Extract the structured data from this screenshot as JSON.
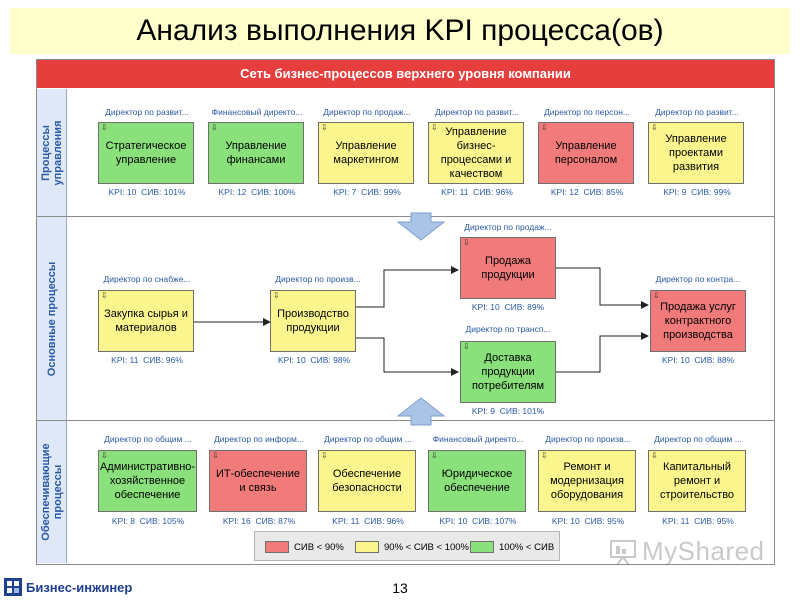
{
  "title": "Анализ выполнения KPI процесса(ов)",
  "header": "Сеть бизнес-процессов верхнего уровня компании",
  "sections": {
    "management": "Процессы управления",
    "core": "Основные процессы",
    "support": "Обеспечивающие процессы"
  },
  "management": [
    {
      "owner": "Директор по развит...",
      "name": "Стратегическое управление",
      "kpi": "KPI: 10",
      "siv": "СИВ: 101%",
      "status": "green"
    },
    {
      "owner": "Финансовый директо...",
      "name": "Управление финансами",
      "kpi": "KPI: 12",
      "siv": "СИВ: 100%",
      "status": "green"
    },
    {
      "owner": "Директор по продаж...",
      "name": "Управление маркетингом",
      "kpi": "KPI: 7",
      "siv": "СИВ: 99%",
      "status": "yellow"
    },
    {
      "owner": "Директор по развит...",
      "name": "Управление бизнес-процессами и качеством",
      "kpi": "KPI: 11",
      "siv": "СИВ: 96%",
      "status": "yellow"
    },
    {
      "owner": "Директор по персон...",
      "name": "Управление персоналом",
      "kpi": "KPI: 12",
      "siv": "СИВ: 85%",
      "status": "red"
    },
    {
      "owner": "Директор по развит...",
      "name": "Управление проектами развития",
      "kpi": "KPI: 9",
      "siv": "СИВ: 99%",
      "status": "yellow"
    }
  ],
  "core": [
    {
      "owner": "Директор по снабже...",
      "name": "Закупка сырья и материалов",
      "kpi": "KPI: 11",
      "siv": "СИВ: 96%",
      "status": "yellow"
    },
    {
      "owner": "Директор по произв...",
      "name": "Производство продукции",
      "kpi": "KPI: 10",
      "siv": "СИВ: 98%",
      "status": "yellow"
    },
    {
      "owner": "Директор по продаж...",
      "name": "Продажа продукции",
      "kpi": "KPI: 10",
      "siv": "СИВ: 89%",
      "status": "red"
    },
    {
      "owner": "Директор по трансп...",
      "name": "Доставка продукции потребителям",
      "kpi": "KPI: 9",
      "siv": "СИВ: 101%",
      "status": "green"
    },
    {
      "owner": "Директор по контра...",
      "name": "Продажа услуг контрактного производства",
      "kpi": "KPI: 10",
      "siv": "СИВ: 88%",
      "status": "red"
    }
  ],
  "support": [
    {
      "owner": "Директор по общим ...",
      "name": "Административно-хозяйственное обеспечение",
      "kpi": "KPI: 8",
      "siv": "СИВ: 105%",
      "status": "green"
    },
    {
      "owner": "Директор по информ...",
      "name": "ИТ-обеспечение и связь",
      "kpi": "KPI: 16",
      "siv": "СИВ: 87%",
      "status": "red"
    },
    {
      "owner": "Директор по общим ...",
      "name": "Обеспечение безопасности",
      "kpi": "KPI: 11",
      "siv": "СИВ: 96%",
      "status": "yellow"
    },
    {
      "owner": "Финансовый директо...",
      "name": "Юридическое обеспечение",
      "kpi": "KPI: 10",
      "siv": "СИВ: 107%",
      "status": "green"
    },
    {
      "owner": "Директор по произв...",
      "name": "Ремонт и модернизация оборудования",
      "kpi": "KPI: 10",
      "siv": "СИВ: 95%",
      "status": "yellow"
    },
    {
      "owner": "Директор по общим ...",
      "name": "Капитальный ремонт и строительство",
      "kpi": "KPI: 11",
      "siv": "СИВ: 95%",
      "status": "yellow"
    }
  ],
  "legend": [
    {
      "label": "СИВ < 90%",
      "status": "red"
    },
    {
      "label": "90% < СИВ < 100%",
      "status": "yellow"
    },
    {
      "label": "100% < СИВ",
      "status": "green"
    }
  ],
  "colors": {
    "red": "#f17b7b",
    "yellow": "#fbf58e",
    "green": "#8ae07a",
    "header": "#e63d3d",
    "accent": "#2b59a6"
  },
  "footer": {
    "logo_text": "Бизнес-инжинер",
    "page_number": "13",
    "watermark": "MyShared"
  }
}
